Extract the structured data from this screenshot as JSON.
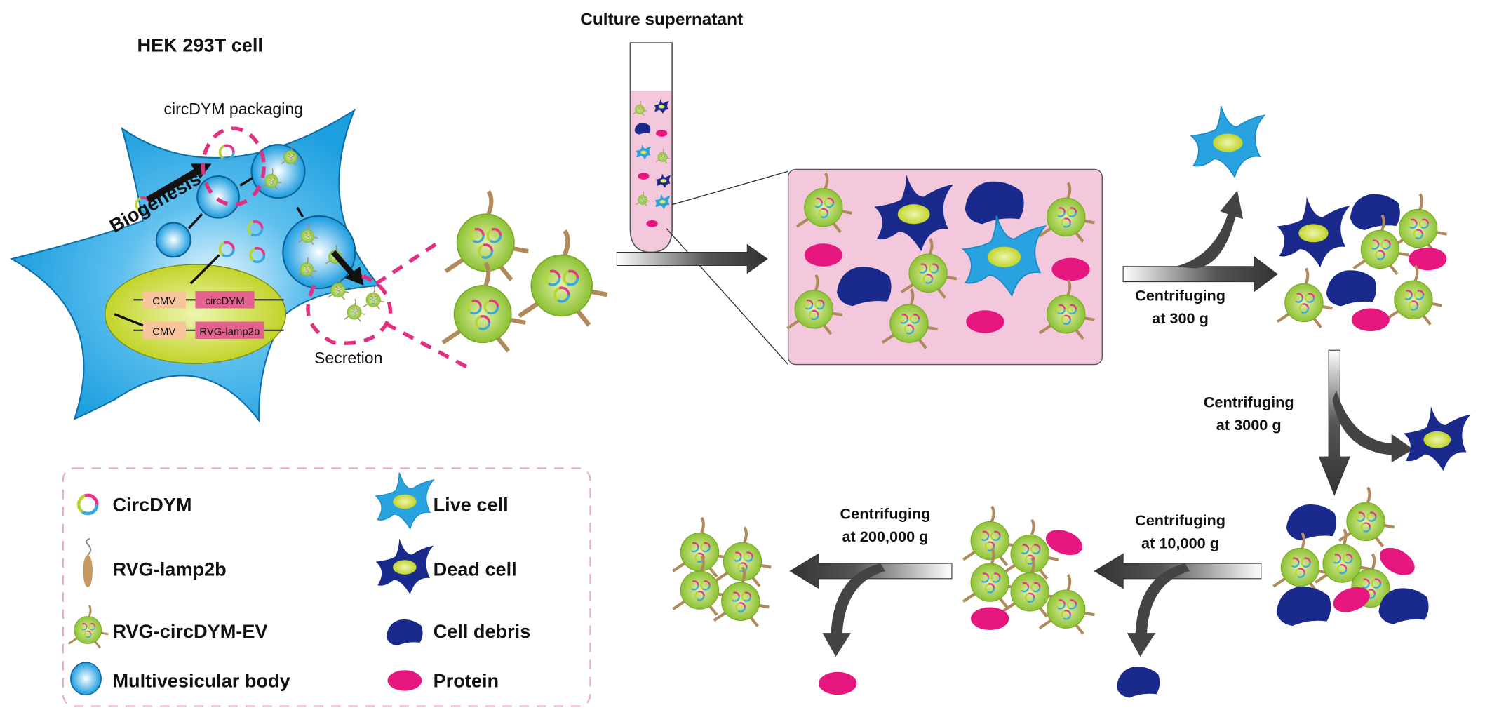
{
  "cell": {
    "title": "HEK 293T cell",
    "packaging_label": "circDYM packaging",
    "biogenesis_label": "Biogenesis",
    "secretion_label": "Secretion",
    "genes": [
      {
        "promoter": "CMV",
        "gene": "circDYM"
      },
      {
        "promoter": "CMV",
        "gene": "RVG-lamp2b"
      }
    ]
  },
  "supernatant": {
    "title": "Culture supernatant"
  },
  "steps": [
    {
      "line1": "Centrifuging",
      "line2": "at 300 g"
    },
    {
      "line1": "Centrifuging",
      "line2": "at 3000 g"
    },
    {
      "line1": "Centrifuging",
      "line2": "at 10,000 g"
    },
    {
      "line1": "Centrifuging",
      "line2": "at 200,000 g"
    }
  ],
  "legend": {
    "items": [
      {
        "icon": "circdym-icon",
        "label": "CircDYM"
      },
      {
        "icon": "rvg-lamp2b-icon",
        "label": "RVG-lamp2b"
      },
      {
        "icon": "ev-icon",
        "label": "RVG-circDYM-EV"
      },
      {
        "icon": "mvb-icon",
        "label": "Multivesicular body"
      },
      {
        "icon": "live-cell-icon",
        "label": "Live cell"
      },
      {
        "icon": "dead-cell-icon",
        "label": "Dead cell"
      },
      {
        "icon": "debris-icon",
        "label": "Cell debris"
      },
      {
        "icon": "protein-icon",
        "label": "Protein"
      }
    ]
  },
  "colors": {
    "cell_blue": "#29a3df",
    "dead_blue": "#1a2a8c",
    "protein": "#e5177e",
    "ev_green": "#9ccc3a",
    "dashed_pink": "#e0307f",
    "box_pink": "#f3c8dc"
  }
}
